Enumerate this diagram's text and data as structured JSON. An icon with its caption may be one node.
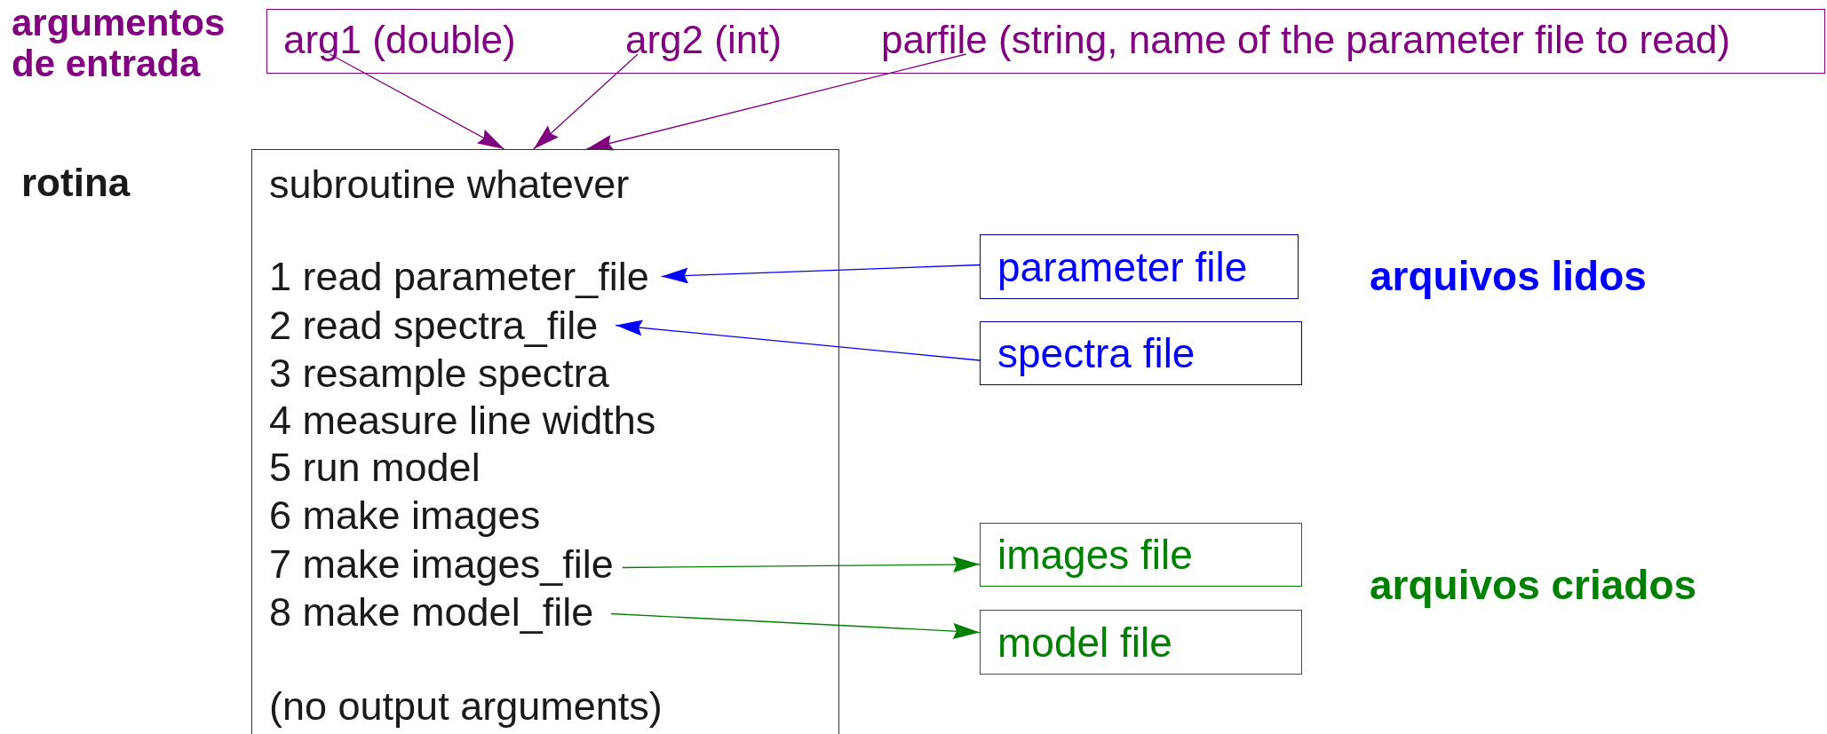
{
  "diagram": {
    "nodes": [
      {
        "text": [
          "argumentos de entrada"
        ]
      },
      {
        "text": [
          "arg1 (double)"
        ],
        "in": 0
      },
      {
        "text": [
          "arg2 (int)"
        ],
        "in": 0
      },
      {
        "text": [
          "parfile (string, name of the parameter file to read)"
        ],
        "in": 0
      },
      {
        "text": [
          "subroutine whatever",
          "(no output arguments)"
        ]
      },
      {
        "text": [
          "1 read parameter_file"
        ],
        "in": 4
      },
      {
        "text": [
          "2 read spectra_file"
        ],
        "in": 4
      },
      {
        "text": [
          "3 resample spectra"
        ],
        "in": 4
      },
      {
        "text": [
          "4 measure line widths"
        ],
        "in": 4
      },
      {
        "text": [
          "5 run model"
        ],
        "in": 4
      },
      {
        "text": [
          "6 make images"
        ],
        "in": 4
      },
      {
        "text": [
          "7 make images_file"
        ],
        "in": 4
      },
      {
        "text": [
          "8 make model_file"
        ],
        "in": 4
      },
      {
        "text": [
          "parameter file"
        ]
      },
      {
        "text": [
          "spectra file"
        ]
      },
      {
        "text": [
          "images file"
        ]
      },
      {
        "text": [
          "model file"
        ]
      }
    ],
    "edges": [
      {
        "from": 1,
        "to": 4,
        "arrow": "to"
      },
      {
        "from": 2,
        "to": 4,
        "arrow": "to"
      },
      {
        "from": 3,
        "to": 4,
        "arrow": "to"
      },
      {
        "from": 13,
        "to": 5,
        "arrow": "to",
        "color": "#0000ff"
      },
      {
        "from": 14,
        "to": 6,
        "arrow": "to",
        "color": "#0000ff"
      },
      {
        "from": 11,
        "to": 15,
        "arrow": "to",
        "color": "#008000"
      },
      {
        "from": 12,
        "to": 16,
        "arrow": "to",
        "color": "#008000"
      }
    ],
    "labels": [
      "rotina",
      "arquivos lidos",
      "arquivos criados"
    ]
  }
}
